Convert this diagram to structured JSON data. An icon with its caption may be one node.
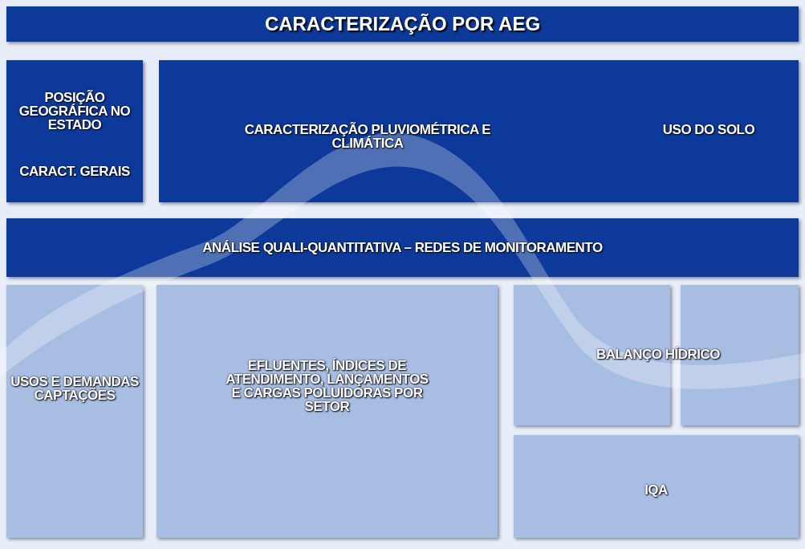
{
  "diagram": {
    "title": "CARACTERIZAÇÃO POR AEG",
    "nodes": [
      {
        "text": [
          "POSIÇÃO GEOGRÁFICA NO ESTADO",
          "CARACT. GERAIS"
        ]
      },
      {
        "text": [
          "CARACTERIZAÇÃO PLUVIOMÉTRICA E CLIMÁTICA",
          "USO DO SOLO"
        ]
      },
      {
        "text": [
          "ANÁLISE QUALI-QUANTITATIVA – REDES DE MONITORAMENTO"
        ]
      },
      {
        "text": [
          "USOS E DEMANDAS CAPTAÇÕES"
        ]
      },
      {
        "text": [
          "EFLUENTES, ÍNDICES DE ATENDIMENTO, LANÇAMENTOS E CARGAS POLUIDORAS POR SETOR"
        ]
      },
      {
        "text": [
          "BALANÇO HÍDRICO"
        ]
      },
      {
        "text": [
          "IQA"
        ]
      }
    ],
    "edges": []
  }
}
